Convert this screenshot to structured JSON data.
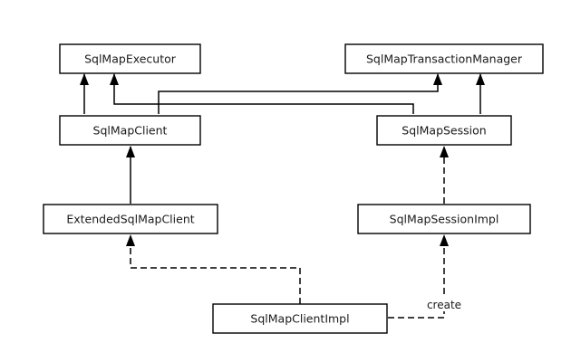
{
  "nodes": {
    "executor": "SqlMapExecutor",
    "tx_manager": "SqlMapTransactionManager",
    "client": "SqlMapClient",
    "session": "SqlMapSession",
    "ext_client": "ExtendedSqlMapClient",
    "session_impl": "SqlMapSessionImpl",
    "client_impl": "SqlMapClientImpl"
  },
  "edges": [
    {
      "from": "client",
      "to": "executor",
      "type": "inheritance"
    },
    {
      "from": "client",
      "to": "tx_manager",
      "type": "inheritance"
    },
    {
      "from": "session",
      "to": "executor",
      "type": "inheritance"
    },
    {
      "from": "session",
      "to": "tx_manager",
      "type": "inheritance"
    },
    {
      "from": "ext_client",
      "to": "client",
      "type": "inheritance"
    },
    {
      "from": "session_impl",
      "to": "session",
      "type": "realization"
    },
    {
      "from": "client_impl",
      "to": "ext_client",
      "type": "realization"
    },
    {
      "from": "client_impl",
      "to": "session_impl",
      "type": "dependency",
      "label": "create"
    }
  ]
}
